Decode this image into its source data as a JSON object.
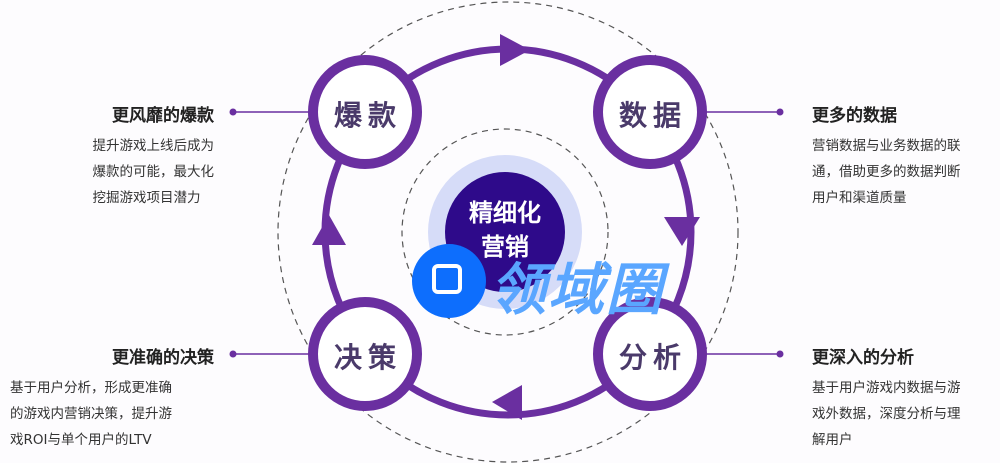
{
  "center": {
    "line1": "精细化",
    "line2": "营销"
  },
  "nodes": [
    "爆款",
    "数据",
    "分析",
    "决策"
  ],
  "blocks": [
    {
      "title": "更风靡的爆款",
      "lines": [
        "提升游戏上线后成为",
        "爆款的可能，最大化",
        "挖掘游戏项目潜力"
      ]
    },
    {
      "title": "更多的数据",
      "lines": [
        "营销数据与业务数据的联",
        "通，借助更多的数据判断",
        "用户和渠道质量"
      ]
    },
    {
      "title": "更准确的决策",
      "lines": [
        "基于用户分析，形成更准确",
        "的游戏内营销决策，提升游",
        "戏ROI与单个用户的LTV"
      ]
    },
    {
      "title": "更深入的分析",
      "lines": [
        "基于用户游戏内数据与游",
        "戏外数据，深度分析与理",
        "解用户"
      ]
    }
  ],
  "watermark": "领域圈",
  "colors": {
    "ring": "#6a2fa0",
    "core": "#2e0a8a",
    "halo": "#d6dcf8",
    "watermark": "#5aa6ff"
  }
}
